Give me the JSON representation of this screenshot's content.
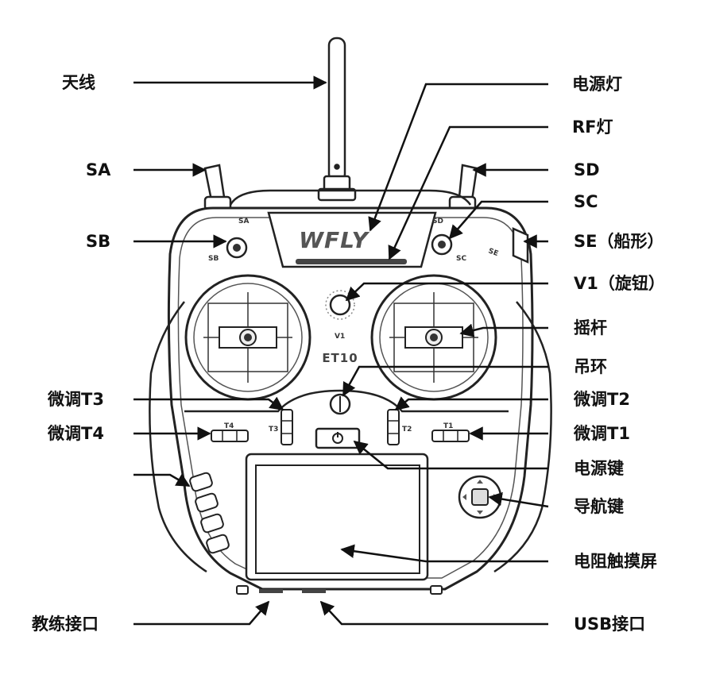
{
  "device": {
    "brand": "WFLY",
    "model": "ET10",
    "knob_label": "V1",
    "switch_labels": {
      "sa": "SA",
      "sb": "SB",
      "sc": "SC",
      "sd": "SD",
      "se": "SE"
    },
    "trim_labels": {
      "t1": "T1",
      "t2": "T2",
      "t3": "T3",
      "t4": "T4"
    }
  },
  "labels_left": [
    {
      "id": "antenna",
      "text": "天线"
    },
    {
      "id": "sa",
      "text": "SA"
    },
    {
      "id": "sb",
      "text": "SB"
    },
    {
      "id": "trim-t3",
      "text": "微调T3"
    },
    {
      "id": "trim-t4",
      "text": "微调T4"
    },
    {
      "id": "trainer-port",
      "text": "教练接口"
    }
  ],
  "labels_right": [
    {
      "id": "power-led",
      "text": "电源灯"
    },
    {
      "id": "rf-led",
      "text": "RF灯"
    },
    {
      "id": "sd",
      "text": "SD"
    },
    {
      "id": "sc",
      "text": "SC"
    },
    {
      "id": "se-rocker",
      "text": "SE（船形）"
    },
    {
      "id": "v1-knob",
      "text": "V1（旋钮）"
    },
    {
      "id": "stick",
      "text": "摇杆"
    },
    {
      "id": "hook",
      "text": "吊环"
    },
    {
      "id": "trim-t2",
      "text": "微调T2"
    },
    {
      "id": "trim-t1",
      "text": "微调T1"
    },
    {
      "id": "power-key",
      "text": "电源键"
    },
    {
      "id": "nav-key",
      "text": "导航键"
    },
    {
      "id": "touchscreen",
      "text": "电阻触摸屏"
    },
    {
      "id": "usb-port",
      "text": "USB接口"
    }
  ]
}
